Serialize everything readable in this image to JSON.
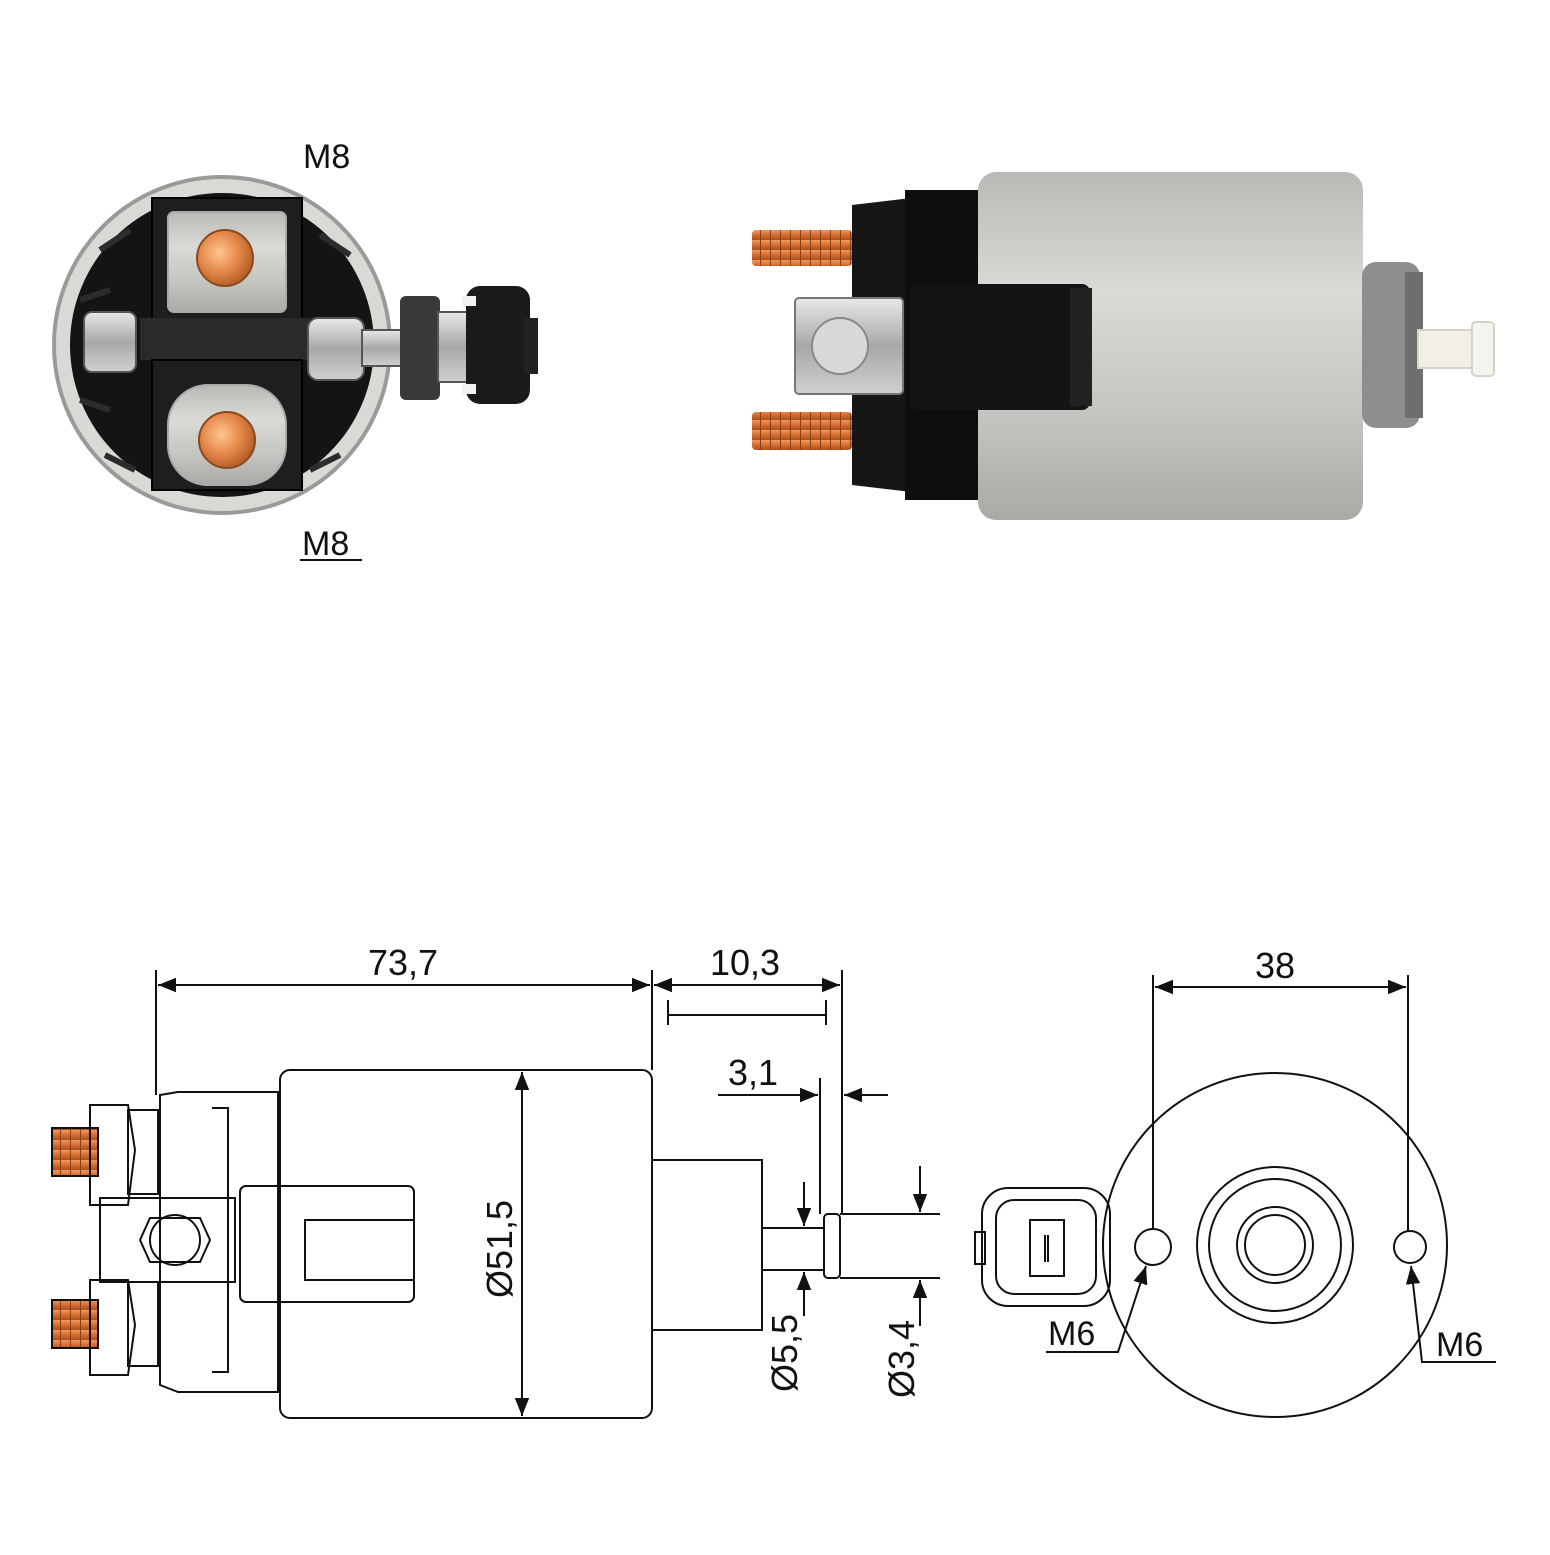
{
  "photo_end_view": {
    "top_terminal_label": "M8",
    "bottom_terminal_label": "M8"
  },
  "drawing_side_view": {
    "overall_length": "73,7",
    "plunger_extension": "10,3",
    "plunger_tip_length": "3,1",
    "body_diameter": "Ø51,5",
    "plunger_diameter": "Ø5,5",
    "tip_diameter": "Ø3,4"
  },
  "drawing_end_view": {
    "hole_spacing": "38",
    "left_hole_thread": "M6",
    "right_hole_thread": "M6"
  },
  "colors": {
    "copper": "#d9753a",
    "housing_silver": "#c9c9c7",
    "insulator_black": "#161616",
    "nylon_white": "#f1efe8",
    "line": "#111111"
  }
}
